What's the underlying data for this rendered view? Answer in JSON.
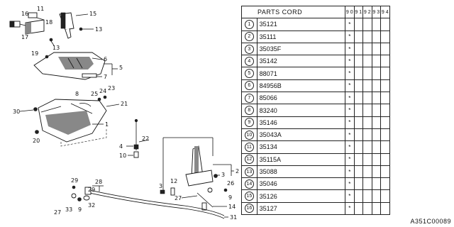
{
  "table": {
    "header": "PARTS CORD",
    "years": [
      "9 0",
      "9 1",
      "9 2",
      "9 3",
      "9 4"
    ],
    "rows": [
      {
        "no": "1",
        "part": "35121",
        "marks": [
          "*",
          "",
          "",
          "",
          ""
        ]
      },
      {
        "no": "2",
        "part": "35111",
        "marks": [
          "*",
          "",
          "",
          "",
          ""
        ]
      },
      {
        "no": "3",
        "part": "35035F",
        "marks": [
          "*",
          "",
          "",
          "",
          ""
        ]
      },
      {
        "no": "4",
        "part": "35142",
        "marks": [
          "*",
          "",
          "",
          "",
          ""
        ]
      },
      {
        "no": "5",
        "part": "88071",
        "marks": [
          "*",
          "",
          "",
          "",
          ""
        ]
      },
      {
        "no": "6",
        "part": "84956B",
        "marks": [
          "*",
          "",
          "",
          "",
          ""
        ]
      },
      {
        "no": "7",
        "part": "85066",
        "marks": [
          "*",
          "",
          "",
          "",
          ""
        ]
      },
      {
        "no": "8",
        "part": "83240",
        "marks": [
          "*",
          "",
          "",
          "",
          ""
        ]
      },
      {
        "no": "9",
        "part": "35146",
        "marks": [
          "*",
          "",
          "",
          "",
          ""
        ]
      },
      {
        "no": "10",
        "part": "35043A",
        "marks": [
          "*",
          "",
          "",
          "",
          ""
        ]
      },
      {
        "no": "11",
        "part": "35134",
        "marks": [
          "*",
          "",
          "",
          "",
          ""
        ]
      },
      {
        "no": "12",
        "part": "35115A",
        "marks": [
          "*",
          "",
          "",
          "",
          ""
        ]
      },
      {
        "no": "13",
        "part": "35088",
        "marks": [
          "*",
          "",
          "",
          "",
          ""
        ]
      },
      {
        "no": "14",
        "part": "35046",
        "marks": [
          "*",
          "",
          "",
          "",
          ""
        ]
      },
      {
        "no": "15",
        "part": "35126",
        "marks": [
          "*",
          "",
          "",
          "",
          ""
        ]
      },
      {
        "no": "16",
        "part": "35127",
        "marks": [
          "*",
          "",
          "",
          "",
          ""
        ]
      }
    ]
  },
  "diagram": {
    "callouts": {
      "c16": "16",
      "c11": "11",
      "c18": "18",
      "c17": "17",
      "c15": "15",
      "c13a": "13",
      "c13b": "13",
      "c19": "19",
      "c6": "6",
      "c5": "5",
      "c7": "7",
      "c8": "8",
      "c25": "25",
      "c24": "24",
      "c23": "23",
      "c21": "21",
      "c30": "30",
      "c1": "1",
      "c20": "20",
      "c22": "22",
      "c4": "4",
      "c10": "10",
      "c3a": "3",
      "c12": "12",
      "c3b": "3",
      "c2": "2",
      "c26": "26",
      "c27a": "27",
      "c9a": "9",
      "c14": "14",
      "c31": "31",
      "c28": "28",
      "c29a": "29",
      "c29b": "29",
      "c27b": "27",
      "c33": "33",
      "c9b": "9",
      "c32": "32"
    }
  },
  "catalog_code": "A351C00089"
}
